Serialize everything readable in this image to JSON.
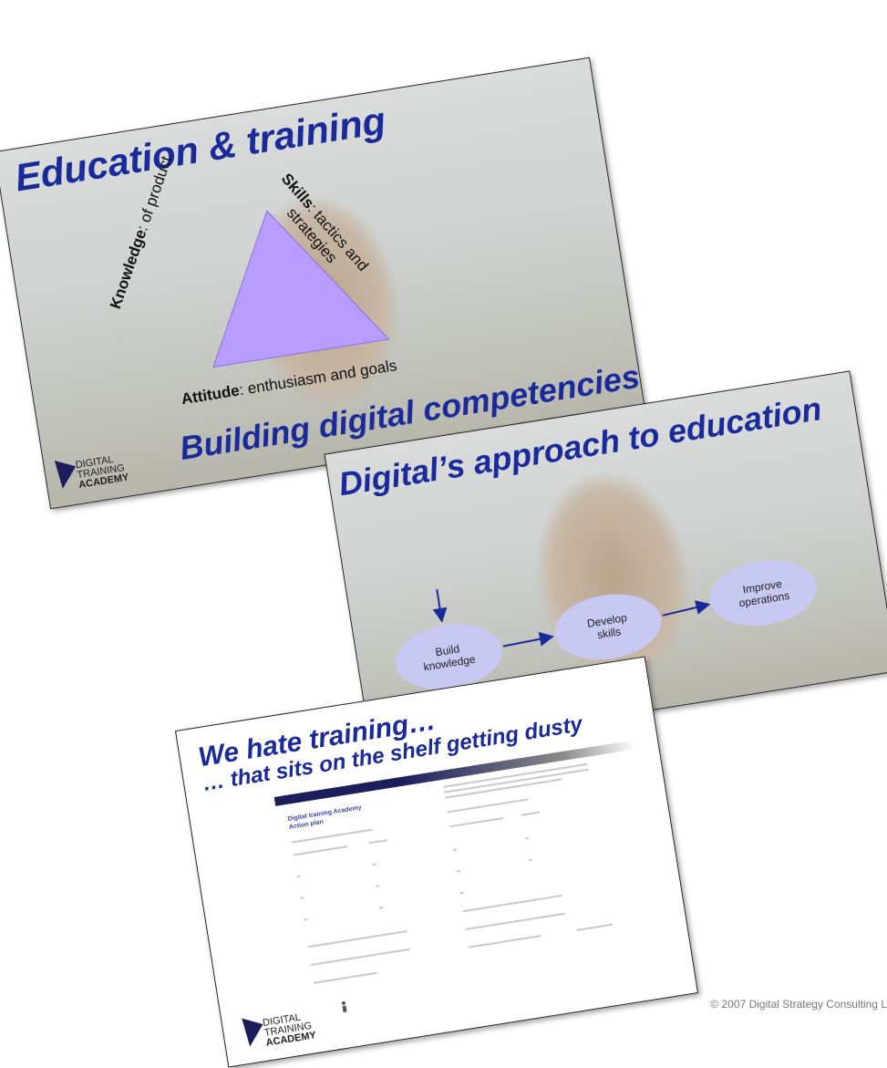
{
  "slide1": {
    "title": "Education & training",
    "subtitle": "Building digital competencies",
    "knowledge_bold": "Knowledge",
    "knowledge_rest": ": of product",
    "skills_bold": "Skills",
    "skills_rest": ": tactics and",
    "skills_rest2": "strategies",
    "attitude_bold": "Attitude",
    "attitude_rest": ": enthusiasm and goals",
    "triangle_color": "#b89cff"
  },
  "slide2": {
    "title": "Digital’s approach to education",
    "step1_line1": "Build",
    "step1_line2": "knowledge",
    "step2_line1": "Develop",
    "step2_line2": "skills",
    "step3_line1": "Improve",
    "step3_line2": "operations",
    "ellipse_color": "#c7c9f2",
    "arrow_color": "#1a2a9a"
  },
  "slide3": {
    "title_line1": "We hate training…",
    "title_line2": "… that sits on the shelf getting dusty",
    "doc_heading_line1": "Digital training Academy",
    "doc_heading_line2": "Action plan"
  },
  "logo": {
    "line1": "DIGITAL",
    "line2": "TRAINING",
    "line3": "ACADEMY"
  },
  "footer": "© 2007 Digital Strategy Consulting L"
}
